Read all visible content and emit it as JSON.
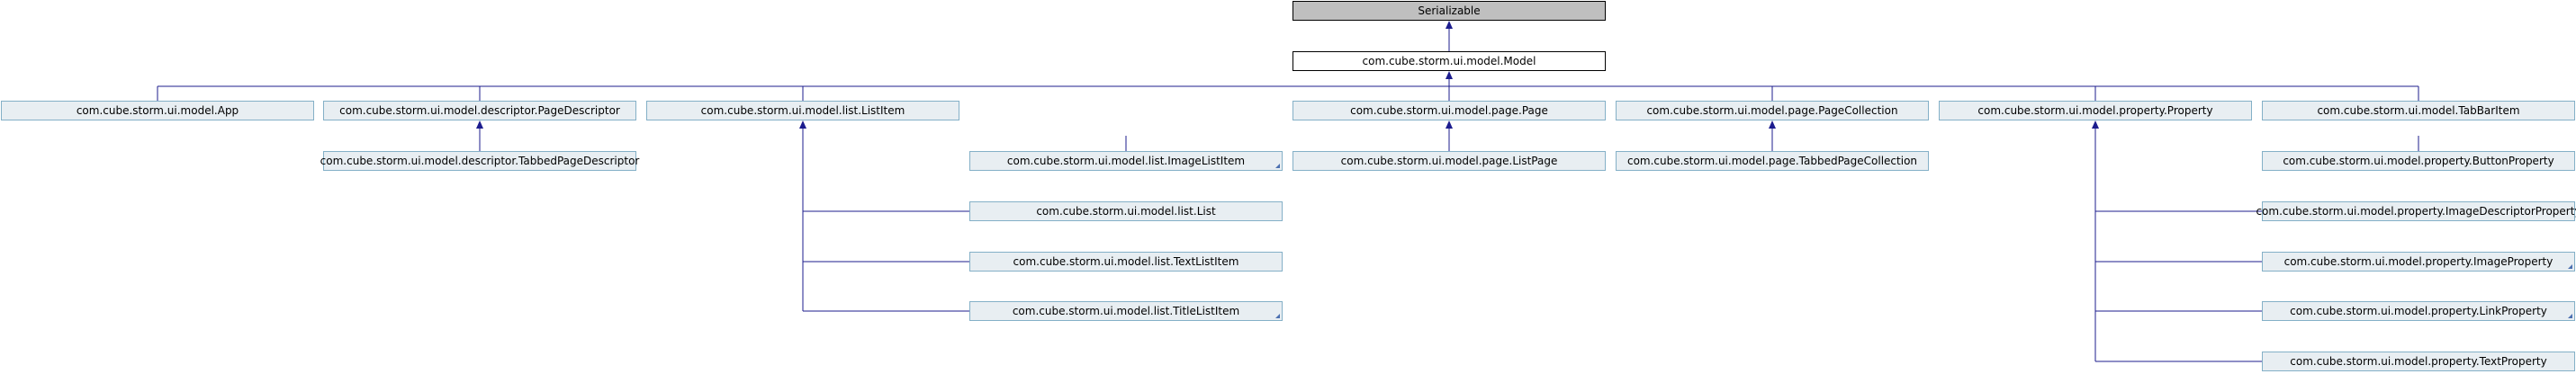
{
  "diagram": {
    "type": "class-hierarchy",
    "colors": {
      "edge": "#1c1c8e",
      "node_fill": "#e8eef2",
      "node_border": "#84b0c7",
      "root_fill": "#bfbfbf"
    },
    "nodes": [
      {
        "id": "serializable",
        "label": "Serializable",
        "style": "root"
      },
      {
        "id": "model",
        "label": "com.cube.storm.ui.model.Model",
        "style": "base"
      },
      {
        "id": "app",
        "label": "com.cube.storm.ui.model.App"
      },
      {
        "id": "page-descriptor",
        "label": "com.cube.storm.ui.model.descriptor.PageDescriptor"
      },
      {
        "id": "list-item",
        "label": "com.cube.storm.ui.model.list.ListItem"
      },
      {
        "id": "page",
        "label": "com.cube.storm.ui.model.page.Page"
      },
      {
        "id": "page-collection",
        "label": "com.cube.storm.ui.model.page.PageCollection"
      },
      {
        "id": "property",
        "label": "com.cube.storm.ui.model.property.Property"
      },
      {
        "id": "tab-bar-item",
        "label": "com.cube.storm.ui.model.TabBarItem"
      },
      {
        "id": "tabbed-page-descriptor",
        "label": "com.cube.storm.ui.model.descriptor.TabbedPageDescriptor"
      },
      {
        "id": "image-list-item",
        "label": "com.cube.storm.ui.model.list.ImageListItem",
        "more": true
      },
      {
        "id": "list",
        "label": "com.cube.storm.ui.model.list.List"
      },
      {
        "id": "text-list-item",
        "label": "com.cube.storm.ui.model.list.TextListItem"
      },
      {
        "id": "title-list-item",
        "label": "com.cube.storm.ui.model.list.TitleListItem",
        "more": true
      },
      {
        "id": "list-page",
        "label": "com.cube.storm.ui.model.page.ListPage"
      },
      {
        "id": "tabbed-page-collection",
        "label": "com.cube.storm.ui.model.page.TabbedPageCollection"
      },
      {
        "id": "button-property",
        "label": "com.cube.storm.ui.model.property.ButtonProperty"
      },
      {
        "id": "image-descriptor-property",
        "label": "com.cube.storm.ui.model.property.ImageDescriptorProperty"
      },
      {
        "id": "image-property",
        "label": "com.cube.storm.ui.model.property.ImageProperty",
        "more": true
      },
      {
        "id": "link-property",
        "label": "com.cube.storm.ui.model.property.LinkProperty",
        "more": true
      },
      {
        "id": "text-property",
        "label": "com.cube.storm.ui.model.property.TextProperty"
      }
    ],
    "edges": [
      {
        "from": "model",
        "to": "serializable"
      },
      {
        "from": "app",
        "to": "model"
      },
      {
        "from": "page-descriptor",
        "to": "model"
      },
      {
        "from": "list-item",
        "to": "model"
      },
      {
        "from": "page",
        "to": "model"
      },
      {
        "from": "page-collection",
        "to": "model"
      },
      {
        "from": "property",
        "to": "model"
      },
      {
        "from": "tab-bar-item",
        "to": "model"
      },
      {
        "from": "tabbed-page-descriptor",
        "to": "page-descriptor"
      },
      {
        "from": "image-list-item",
        "to": "list-item"
      },
      {
        "from": "list",
        "to": "list-item"
      },
      {
        "from": "text-list-item",
        "to": "list-item"
      },
      {
        "from": "title-list-item",
        "to": "list-item"
      },
      {
        "from": "list-page",
        "to": "page"
      },
      {
        "from": "tabbed-page-collection",
        "to": "page-collection"
      },
      {
        "from": "button-property",
        "to": "property"
      },
      {
        "from": "image-descriptor-property",
        "to": "property"
      },
      {
        "from": "image-property",
        "to": "property"
      },
      {
        "from": "link-property",
        "to": "property"
      },
      {
        "from": "text-property",
        "to": "property"
      }
    ]
  }
}
